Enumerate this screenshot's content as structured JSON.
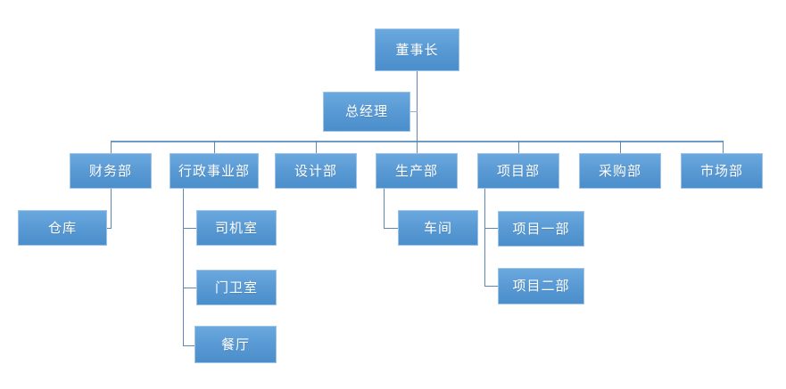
{
  "chart": {
    "type": "org-chart",
    "title": "",
    "box_fill_top": "#6aa8de",
    "box_fill_bottom": "#4a8ecb",
    "box_border": "#9dc3e6",
    "text_color": "#ffffff",
    "connector_color": "#5c89b8",
    "background": "#ffffff"
  },
  "nodes": {
    "chairman": "董事长",
    "general_manager": "总经理",
    "finance": "财务部",
    "administration": "行政事业部",
    "design": "设计部",
    "production": "生产部",
    "project": "项目部",
    "procurement": "采购部",
    "marketing": "市场部",
    "warehouse": "仓库",
    "driver_room": "司机室",
    "guard_room": "门卫室",
    "canteen": "餐厅",
    "workshop": "车间",
    "project_one": "项目一部",
    "project_two": "项目二部"
  },
  "hierarchy": {
    "root": "董事长",
    "level2": [
      "总经理"
    ],
    "level3": [
      "财务部",
      "行政事业部",
      "设计部",
      "生产部",
      "项目部",
      "采购部",
      "市场部"
    ],
    "children": {
      "财务部": [
        "仓库"
      ],
      "行政事业部": [
        "司机室",
        "门卫室",
        "餐厅"
      ],
      "生产部": [
        "车间"
      ],
      "项目部": [
        "项目一部",
        "项目二部"
      ]
    }
  }
}
